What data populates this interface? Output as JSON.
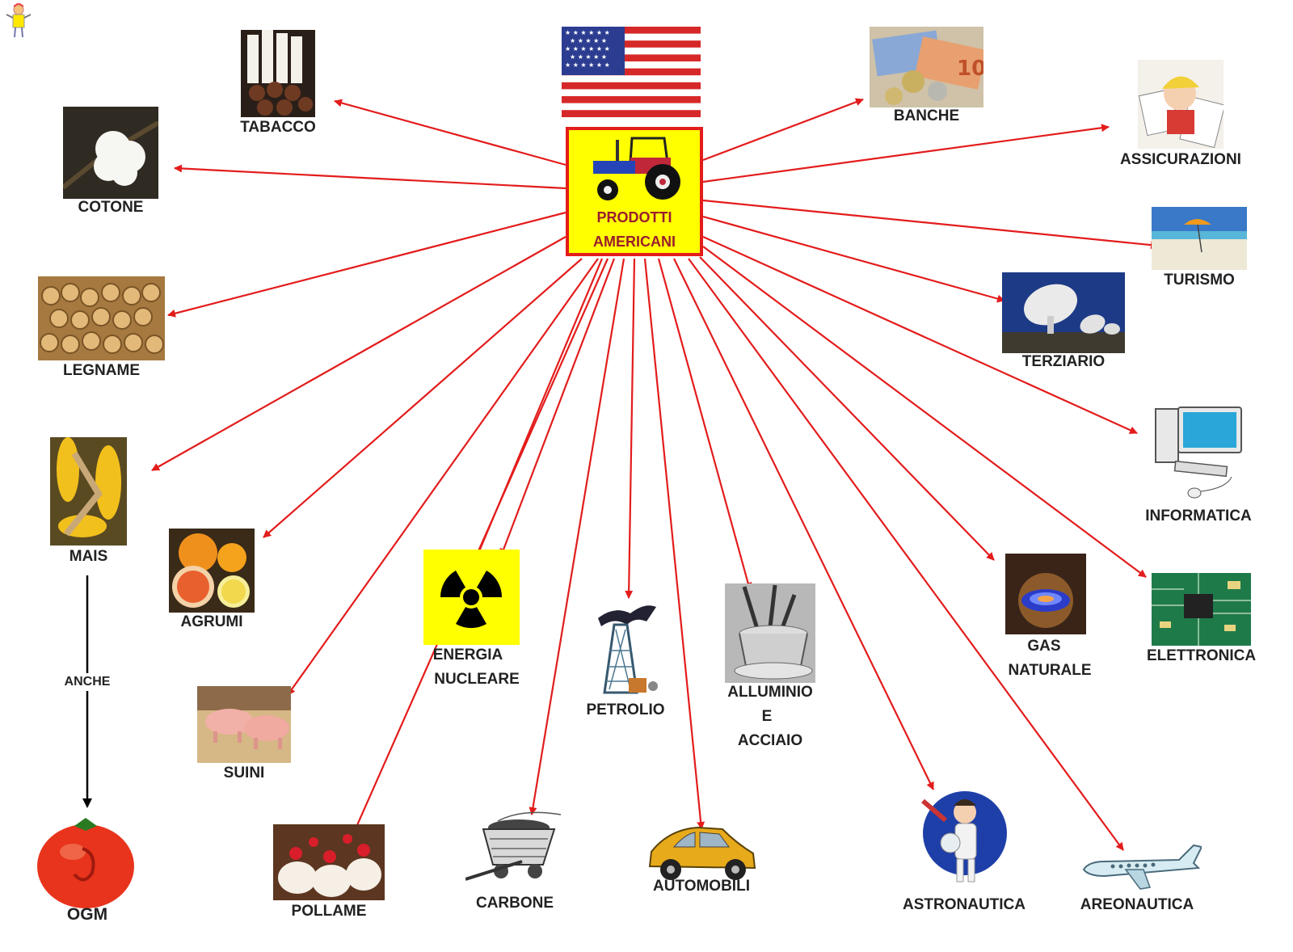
{
  "center": {
    "line1": "PRODOTTI",
    "line2": "AMERICANI",
    "image": "tractor-icon"
  },
  "flag": "usa-flag",
  "mascot": "mascot-icon",
  "colors": {
    "arrow": "#e31c1c",
    "box_fill": "#ffff00",
    "box_border": "#e31c1c",
    "center_text": "#9a1d2e",
    "black_arrow": "#000000"
  },
  "nodes": [
    {
      "id": "tabacco",
      "label": "TABACCO",
      "icon": "cigarettes-icon"
    },
    {
      "id": "cotone",
      "label": "COTONE",
      "icon": "cotton-icon"
    },
    {
      "id": "legname",
      "label": "LEGNAME",
      "icon": "timber-icon"
    },
    {
      "id": "mais",
      "label": "MAIS",
      "icon": "corn-icon"
    },
    {
      "id": "agrumi",
      "label": "AGRUMI",
      "icon": "citrus-icon"
    },
    {
      "id": "suini",
      "label": "SUINI",
      "icon": "pigs-icon"
    },
    {
      "id": "energia",
      "label": "ENERGIA",
      "label2": "NUCLEARE",
      "icon": "radiation-icon"
    },
    {
      "id": "pollame",
      "label": "POLLAME",
      "icon": "chickens-icon"
    },
    {
      "id": "carbone",
      "label": "CARBONE",
      "icon": "coal-cart-icon"
    },
    {
      "id": "petrolio",
      "label": "PETROLIO",
      "icon": "oil-derrick-icon"
    },
    {
      "id": "automobili",
      "label": "AUTOMOBILI",
      "icon": "car-icon"
    },
    {
      "id": "alluminio",
      "label": "ALLUMINIO",
      "label2": "E",
      "label3": "ACCIAIO",
      "icon": "pots-icon"
    },
    {
      "id": "astronautica",
      "label": "ASTRONAUTICA",
      "icon": "astronaut-icon"
    },
    {
      "id": "areonautica",
      "label": "AREONAUTICA",
      "icon": "airplane-icon"
    },
    {
      "id": "gas",
      "label": "GAS",
      "label2": "NATURALE",
      "icon": "gas-flame-icon"
    },
    {
      "id": "elettronica",
      "label": "ELETTRONICA",
      "icon": "circuit-board-icon"
    },
    {
      "id": "informatica",
      "label": "INFORMATICA",
      "icon": "computer-icon"
    },
    {
      "id": "terziario",
      "label": "TERZIARIO",
      "icon": "satellite-dish-icon"
    },
    {
      "id": "turismo",
      "label": "TURISMO",
      "icon": "beach-icon"
    },
    {
      "id": "assicurazioni",
      "label": "ASSICURAZIONI",
      "icon": "insurance-icon"
    },
    {
      "id": "banche",
      "label": "BANCHE",
      "icon": "banknotes-icon"
    }
  ],
  "ogm": {
    "label": "OGM",
    "icon": "tomato-icon"
  },
  "anche": "ANCHE"
}
